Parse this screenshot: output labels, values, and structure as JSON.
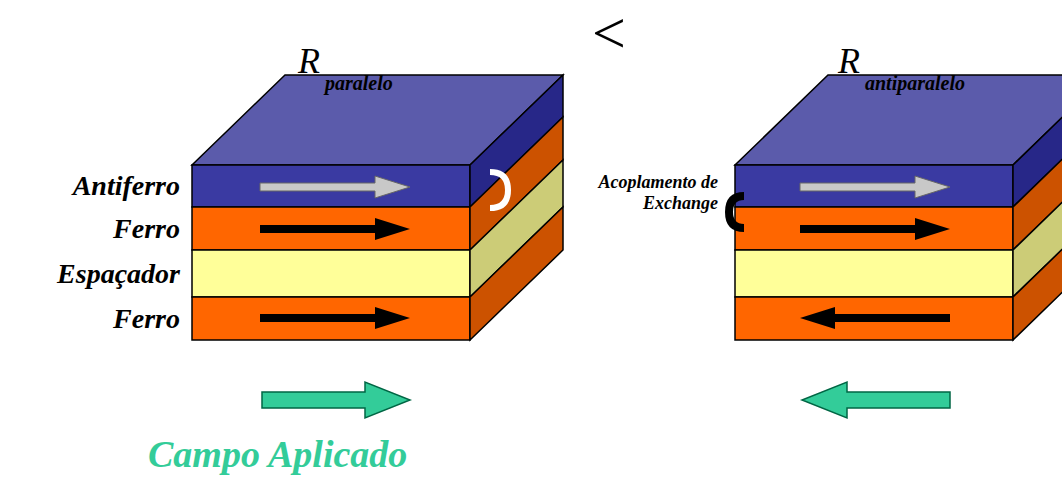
{
  "diagram": {
    "nodes": [
      {
        "text": [
          "Antiferro"
        ]
      },
      {
        "text": [
          "Ferro"
        ]
      },
      {
        "text": [
          "Espaçador"
        ]
      },
      {
        "text": [
          "Ferro"
        ]
      }
    ],
    "labels": [
      "R",
      "paralelo",
      "<",
      "R",
      "antiparalelo",
      "Acoplamento de Exchange",
      "Campo Aplicado"
    ]
  }
}
